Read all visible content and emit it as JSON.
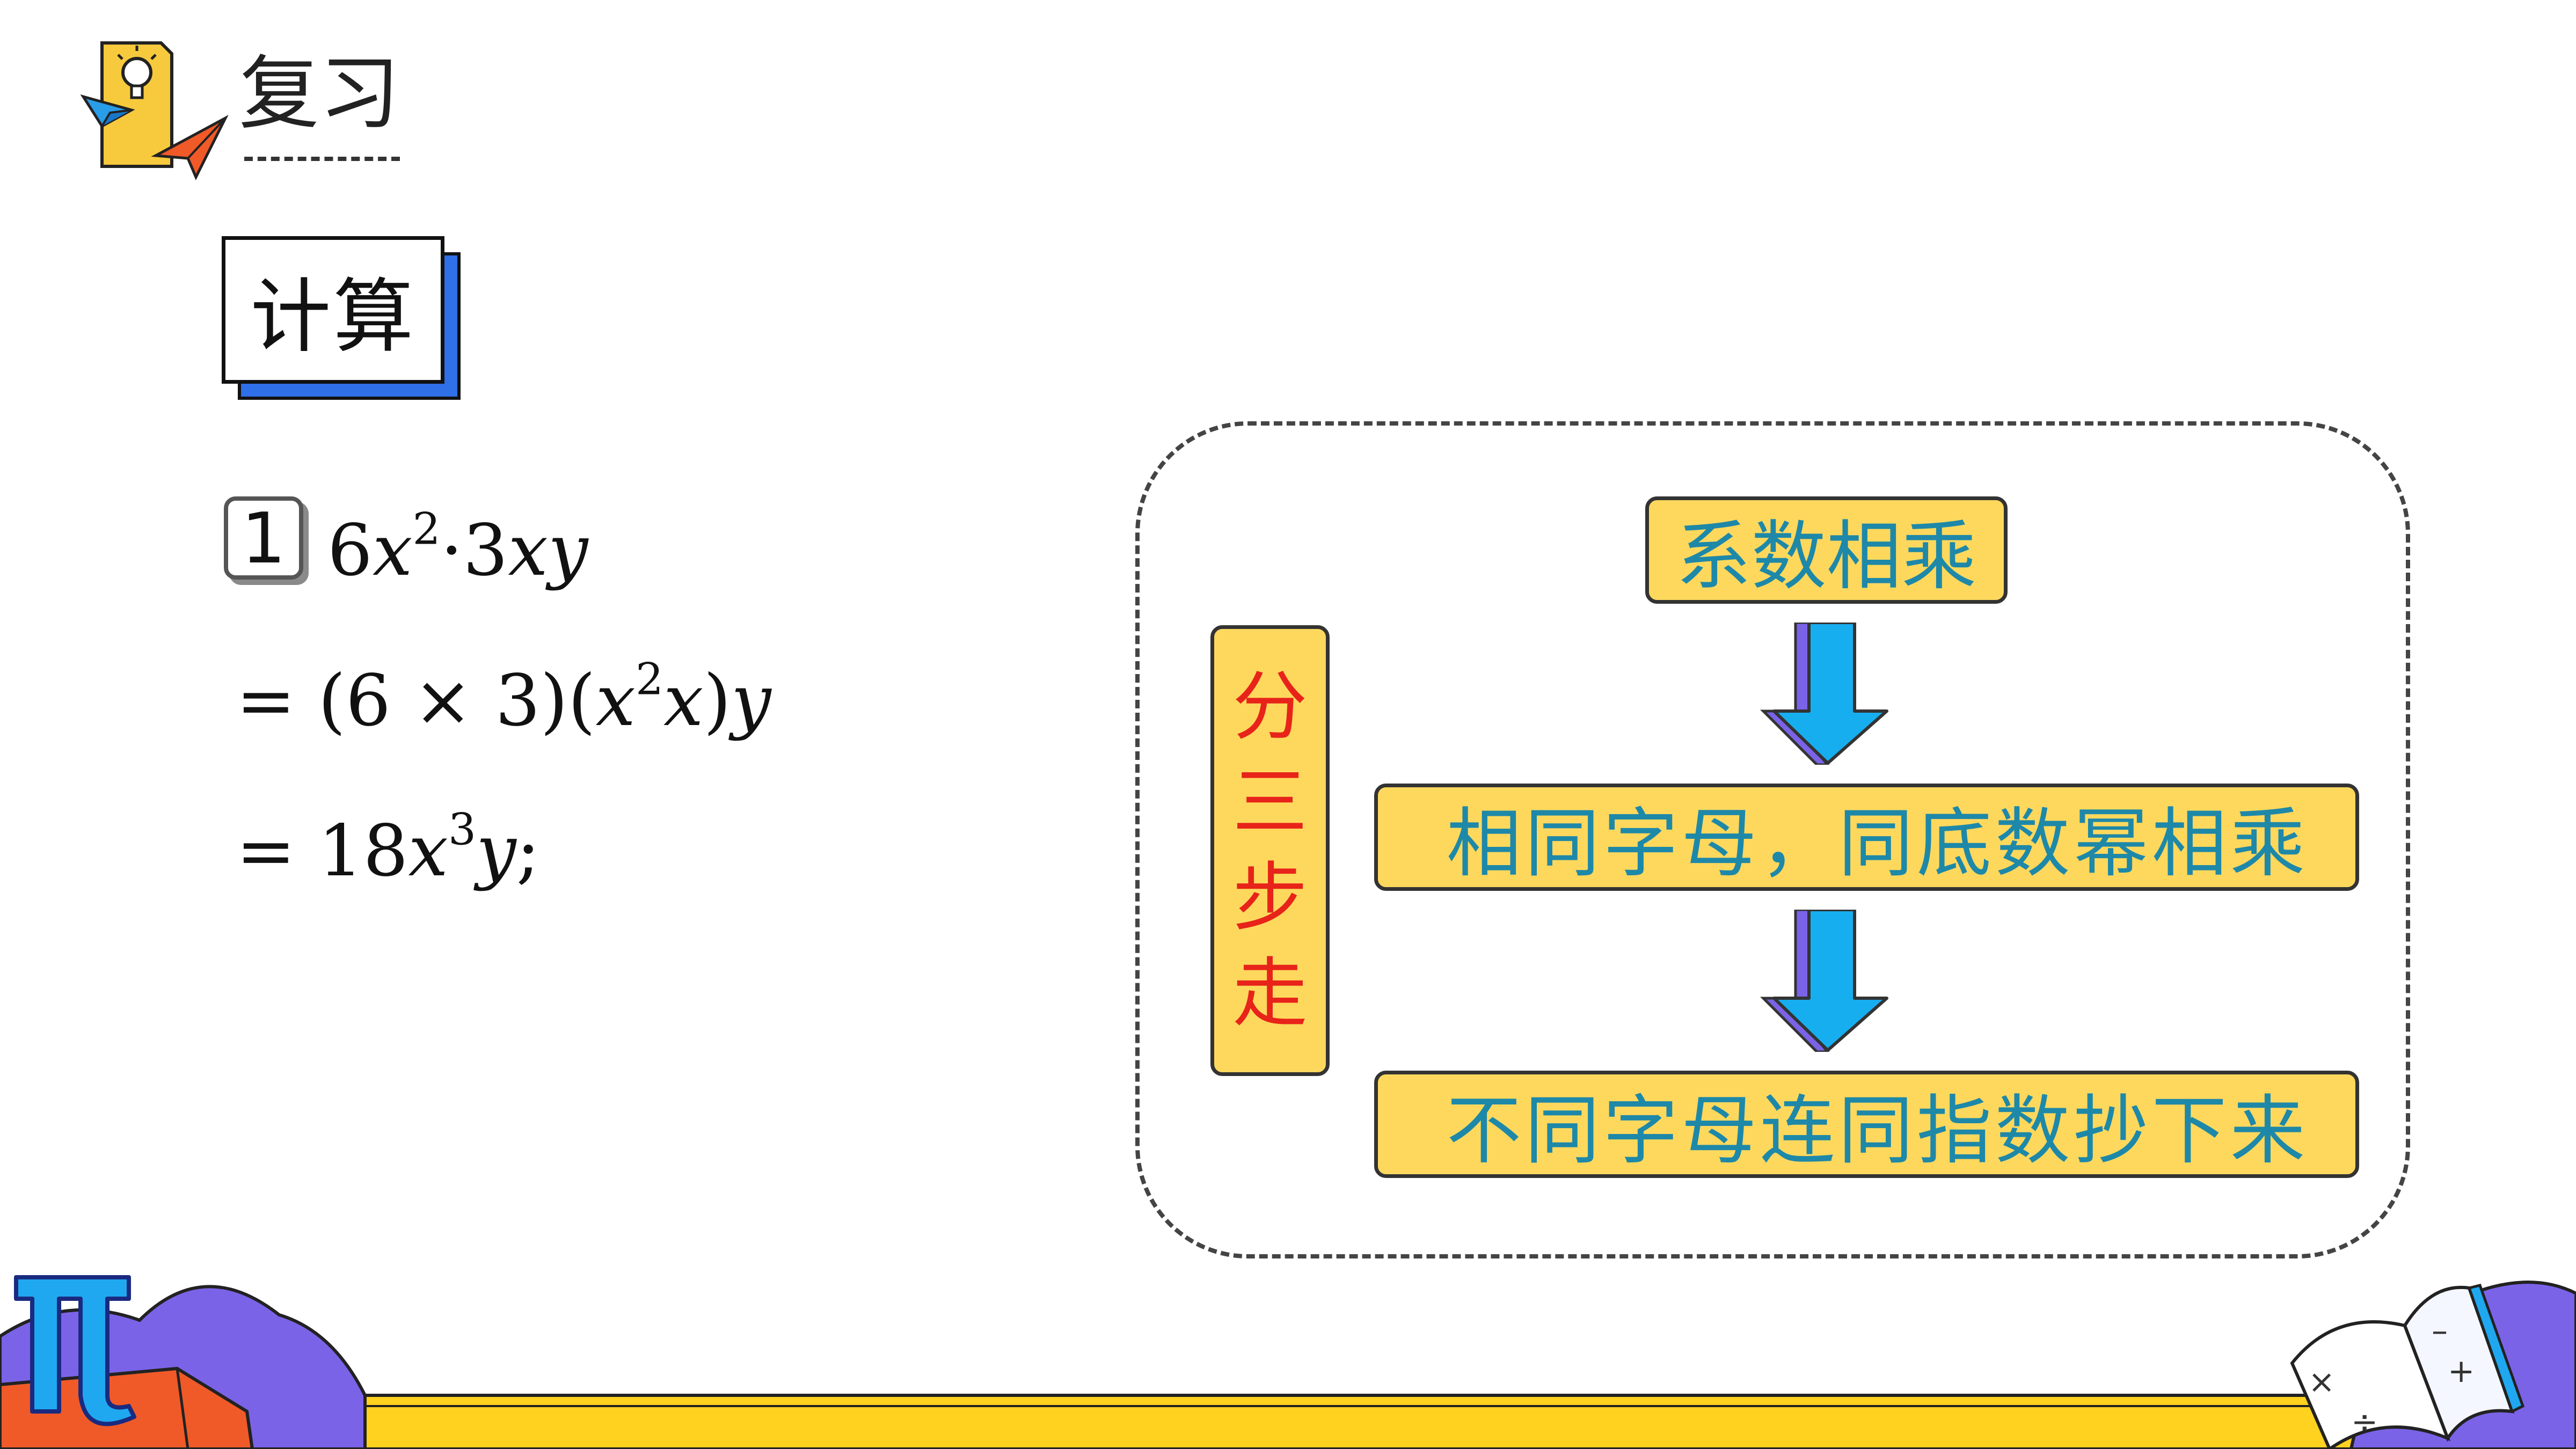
{
  "header": {
    "title": "复习"
  },
  "calc_label": "计算",
  "problem": {
    "number": "1",
    "line1": {
      "coef": "6",
      "base1": "x",
      "exp1": "2",
      "rest": "·3",
      "v1": "x",
      "v2": "y"
    },
    "line2": {
      "prefix": "= (6 × 3)(",
      "b1": "x",
      "e1": "2",
      "b2": "x",
      "close": ")",
      "v": "y"
    },
    "line3": {
      "prefix": "= 18",
      "b": "x",
      "e": "3",
      "v": "y",
      "suffix": ";"
    }
  },
  "method": {
    "side_label": [
      "分",
      "三",
      "步",
      "走"
    ],
    "steps": [
      "系数相乘",
      "相同字母，同底数幂相乘",
      "不同字母连同指数抄下来"
    ]
  },
  "colors": {
    "accent_yellow": "#fdd85d",
    "step_text": "#1e88a8",
    "side_text": "#e8231a",
    "arrow_blue": "#17aef0",
    "arrow_purple": "#7b63e8",
    "label_shadow": "#2f6fe8"
  }
}
